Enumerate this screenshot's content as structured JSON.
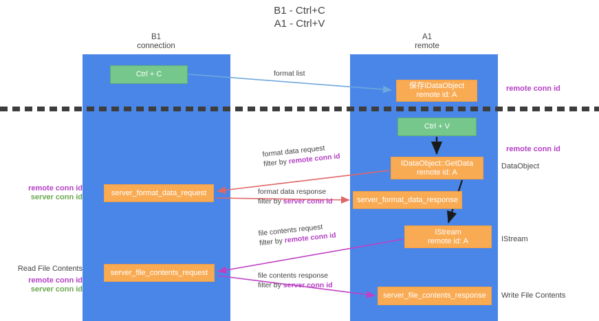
{
  "title": {
    "line1": "B1 - Ctrl+C",
    "line2": "A1 - Ctrl+V"
  },
  "columns": {
    "left": {
      "name": "B1",
      "role": "connection"
    },
    "right": {
      "name": "A1",
      "role": "remote"
    }
  },
  "boxes": {
    "ctrl_c": "Ctrl + C",
    "ctrl_v": "Ctrl + V",
    "idataobject_top_l1": "保存IDataObject",
    "idataobject_top_l2": "remote id: A",
    "getdata_l1": "IDataObject::GetData",
    "getdata_l2": "remote id: A",
    "istream_l1": "IStream",
    "istream_l2": "remote id: A",
    "server_format_data_request": "server_format_data_request",
    "server_format_data_response": "server_format_data_response",
    "server_file_contents_request": "server_file_contents_request",
    "server_file_contents_response": "server_file_contents_response"
  },
  "arrow_labels": {
    "format_list": "format list",
    "format_data_request": "format data request",
    "format_data_request_filter_prefix": "filter by ",
    "format_data_request_filter_key": "remote conn id",
    "format_data_response": "format data response",
    "format_data_response_filter_prefix": "filter by ",
    "format_data_response_filter_key": "server conn id",
    "file_contents_request": "file contents request",
    "file_contents_request_filter_prefix": "filter by ",
    "file_contents_request_filter_key": "remote conn id",
    "file_contents_response": "file contents response",
    "file_contents_response_filter_prefix": "filter by ",
    "file_contents_response_filter_key": "server conn id"
  },
  "side_notes": {
    "right_remote_conn_id_top": "remote conn id",
    "right_remote_conn_id_mid": "remote conn id",
    "right_dataobject": "DataObject",
    "right_istream": "IStream",
    "right_write_file_contents": "Write File Contents",
    "left_remote_conn_id_mid": "remote conn id",
    "left_server_conn_id_mid": "server conn id",
    "left_read_file_contents": "Read File Contents",
    "left_remote_conn_id_bottom": "remote conn id",
    "left_server_conn_id_bottom": "server conn id"
  },
  "colors": {
    "lane": "#4a86e8",
    "green_box": "#76c78b",
    "orange_box": "#f9ab54",
    "magenta": "#b43fc4",
    "green_text": "#6aa84f",
    "arrow_blue": "#6fa8dc",
    "arrow_red": "#e06666",
    "arrow_magenta": "#c13fc4",
    "arrow_black": "#1a1a1a",
    "divider": "#3d3d3d"
  }
}
